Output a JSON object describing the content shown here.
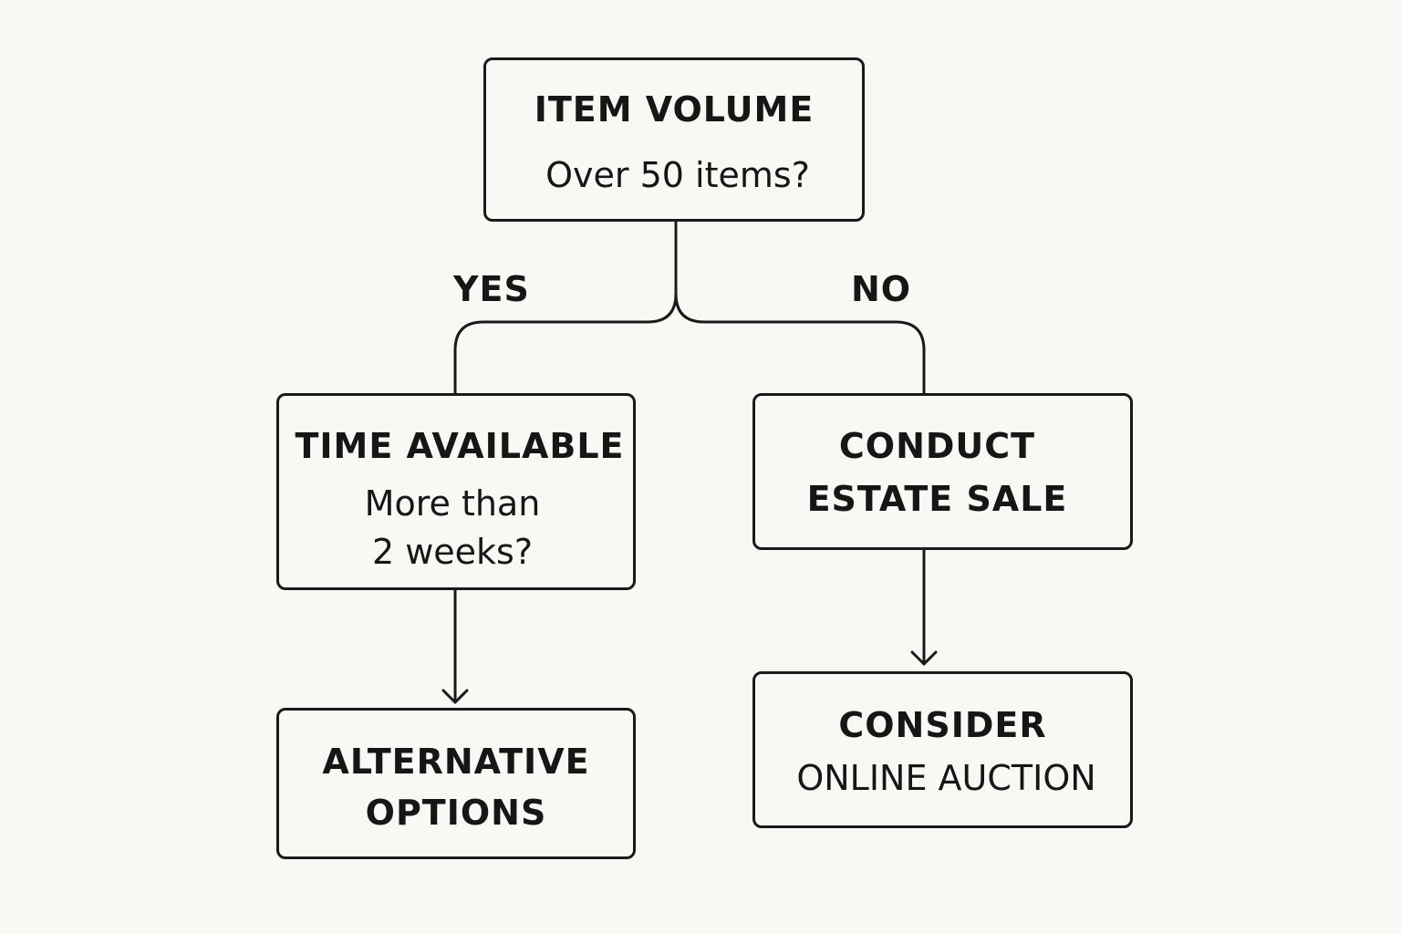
{
  "nodes": {
    "item_volume": {
      "title": "ITEM VOLUME",
      "question": "Over 50 items?"
    },
    "time_available": {
      "title": "TIME AVAILABLE",
      "question_line1": "More than",
      "question_line2": "2 weeks?"
    },
    "estate_sale": {
      "line1": "CONDUCT",
      "line2": "ESTATE SALE"
    },
    "alternative_options": {
      "line1": "ALTERNATIVE",
      "line2": "OPTIONS"
    },
    "online_auction": {
      "line1": "CONSIDER",
      "line2": "ONLINE AUCTION"
    }
  },
  "edges": {
    "yes_label": "YES",
    "no_label": "NO"
  },
  "colors": {
    "background": "#faf8f4",
    "stroke": "#1a1a1a",
    "text": "#161616"
  }
}
